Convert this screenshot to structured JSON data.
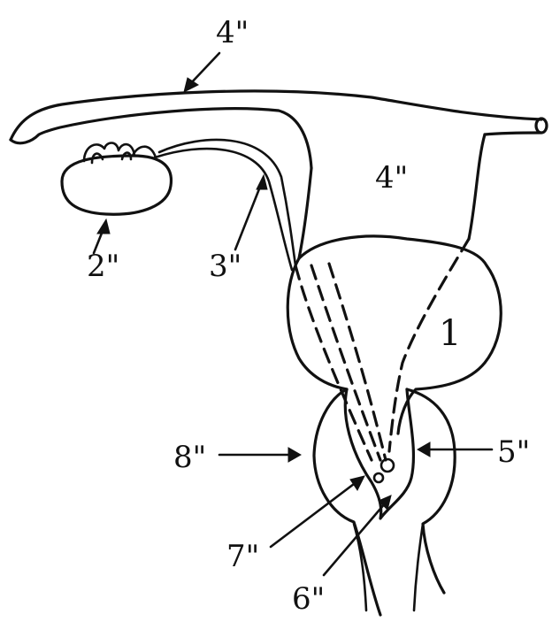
{
  "labels": {
    "top_arrow": "4\"",
    "body": "4\"",
    "gonad": "2\"",
    "duct": "3\"",
    "sac": "1",
    "left_arrow": "8\"",
    "right_arrow": "5\"",
    "lower_left": "7\"",
    "bottom": "6\""
  },
  "colors": {
    "ink": "#111111",
    "paper": "#ffffff"
  }
}
